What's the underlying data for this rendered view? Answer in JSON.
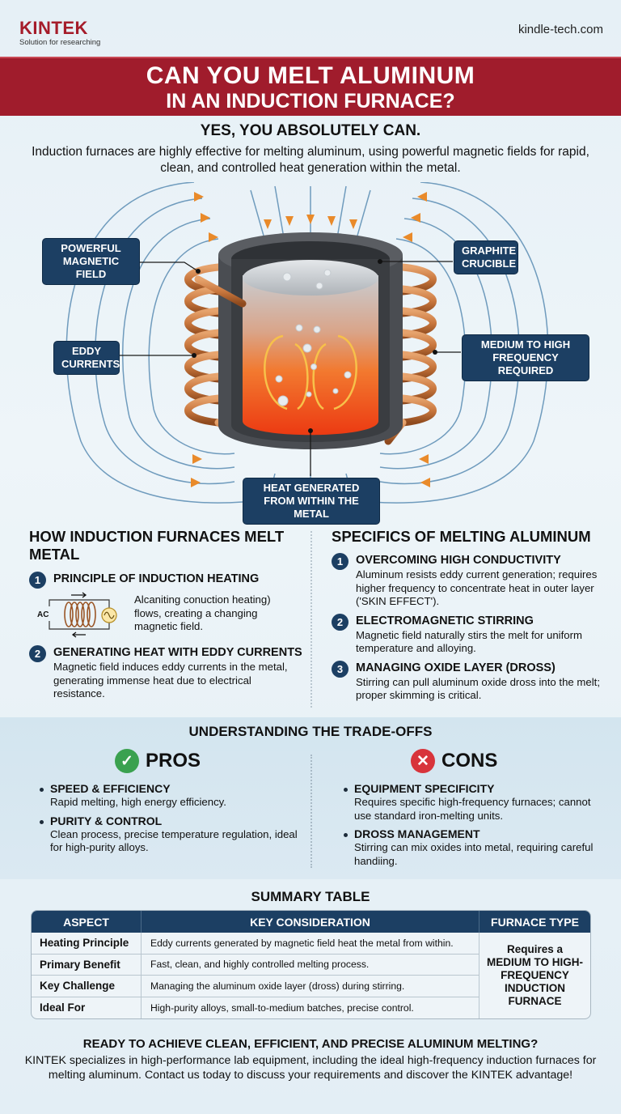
{
  "header": {
    "logo_name": "KINTEK",
    "logo_tagline": "Solution for researching",
    "site_url": "kindle-tech.com"
  },
  "title": {
    "line1": "CAN YOU MELT ALUMINUM",
    "line2": "IN AN INDUCTION FURNACE?"
  },
  "intro": {
    "headline": "YES, YOU ABSOLUTELY CAN.",
    "body": "Induction furnaces are highly effective for melting aluminum, using powerful magnetic fields for rapid, clean, and controlled heat generation within the metal."
  },
  "diagram": {
    "callouts": {
      "magnetic_field": "POWERFUL MAGNETIC FIELD",
      "eddy_currents": "EDDY CURRENTS",
      "crucible": "GRAPHITE CRUCIBLE",
      "frequency": "MEDIUM TO HIGH FREQUENCY REQUIRED",
      "heat": "HEAT GENERATED FROM WITHIN THE METAL"
    },
    "colors": {
      "field_lines": "#6f9bbd",
      "arrows": "#e98a2a",
      "copper": "#c9773e",
      "crucible": "#4a4d52",
      "melt_hot": "#f0551c",
      "melt_cool": "#c9ccd0"
    }
  },
  "how_section": {
    "title": "HOW INDUCTION FURNACES MELT METAL",
    "items": [
      {
        "num": "1",
        "title": "PRINCIPLE OF INDUCTION HEATING",
        "body": "Alcaniting conuction heating) flows, creating a changing magnetic field.",
        "icon_label": "AC"
      },
      {
        "num": "2",
        "title": "GENERATING HEAT WITH EDDY CURRENTS",
        "body": "Magnetic field induces eddy currents in the metal, generating immense heat due to electrical resistance."
      }
    ]
  },
  "specifics_section": {
    "title": "SPECIFICS OF MELTING ALUMINUM",
    "items": [
      {
        "num": "1",
        "title": "OVERCOMING HIGH CONDUCTIVITY",
        "body": "Aluminum resists eddy current generation; requires higher frequency to concentrate heat in outer layer ('SKIN EFFECT')."
      },
      {
        "num": "2",
        "title": "ELECTROMAGNETIC STIRRING",
        "body": "Magnetic field naturally stirs the melt for uniform temperature and alloying."
      },
      {
        "num": "3",
        "title": "MANAGING OXIDE LAYER (DROSS)",
        "body": "Stirring can pull aluminum oxide dross into the melt; proper skimming is critical."
      }
    ]
  },
  "tradeoffs": {
    "title": "UNDERSTANDING THE TRADE-OFFS",
    "pros": {
      "label": "PROS",
      "color": "#3aa14f",
      "items": [
        {
          "title": "SPEED & EFFICIENCY",
          "body": "Rapid melting, high energy efficiency."
        },
        {
          "title": "PURITY & CONTROL",
          "body": "Clean process, precise temperature regulation, ideal for high-purity alloys."
        }
      ]
    },
    "cons": {
      "label": "CONS",
      "color": "#d8343b",
      "items": [
        {
          "title": "EQUIPMENT SPECIFICITY",
          "body": "Requires specific high-frequency furnaces; cannot use standard iron-melting units."
        },
        {
          "title": "DROSS MANAGEMENT",
          "body": "Stirring can mix oxides into metal, requiring careful handiing."
        }
      ]
    }
  },
  "summary": {
    "title": "SUMMARY TABLE",
    "headers": [
      "ASPECT",
      "KEY CONSIDERATION",
      "FURNACE TYPE"
    ],
    "rows": [
      {
        "aspect": "Heating Principle",
        "consideration": "Eddy currents generated by magnetic field heat the metal from within."
      },
      {
        "aspect": "Primary Benefit",
        "consideration": "Fast, clean, and highly controlled melting process."
      },
      {
        "aspect": "Key Challenge",
        "consideration": "Managing the aluminum oxide layer (dross) during stirring."
      },
      {
        "aspect": "Ideal For",
        "consideration": "High-purity alloys, small-to-medium batches, precise control."
      }
    ],
    "furnace_type": {
      "prefix": "Requires a",
      "line1": "MEDIUM TO HIGH-",
      "line2": "FREQUENCY",
      "line3": "INDUCTION",
      "line4": "FURNACE"
    }
  },
  "cta": {
    "headline": "READY TO ACHIEVE CLEAN, EFFICIENT, AND PRECISE ALUMINUM MELTING?",
    "body": "KINTEK specializes in high-performance lab equipment, including the ideal high-frequency induction furnaces for melting aluminum. Contact us today to discuss your requirements and discover the KINTEK advantage!"
  },
  "colors": {
    "brand_red": "#a01c2c",
    "navy": "#1c3f63",
    "background": "#e8f1f6"
  }
}
